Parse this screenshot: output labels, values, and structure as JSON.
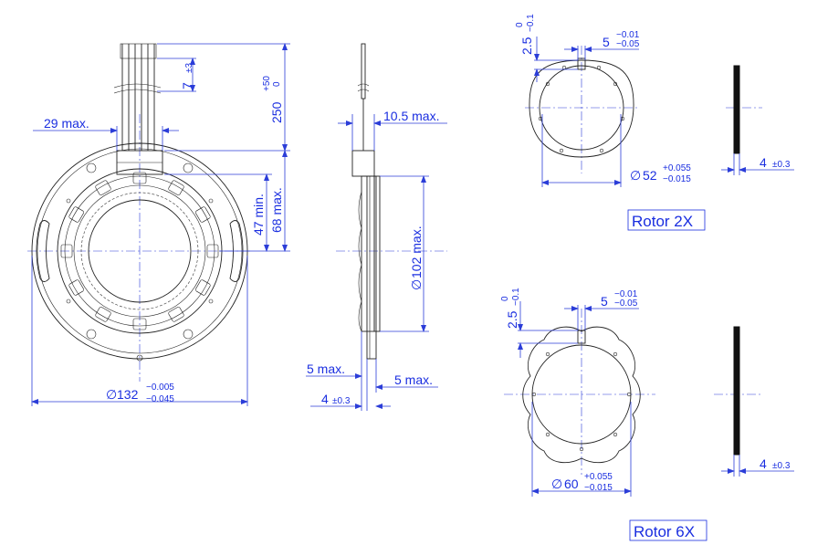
{
  "colors": {
    "dimension": "#1a2ee0",
    "outline": "#222222"
  },
  "dims": {
    "wire_offset": "7",
    "wire_offset_tol": "±3",
    "cable_length": "250",
    "cable_tol_upper": "+50",
    "cable_tol_lower": "0",
    "width_29": "29 max.",
    "h_47": "47 min.",
    "h_68": "68 max.",
    "outer_dia": "132",
    "outer_tol_upper": "−0.005",
    "outer_tol_lower": "−0.045",
    "side_10_5": "10.5 max.",
    "side_dia_102": "102 max.",
    "side_5_left": "5 max.",
    "side_5_right": "5 max.",
    "side_4": "4",
    "side_4_tol": "±0.3",
    "dia_symbol": "∅"
  },
  "rotor2x": {
    "label": "Rotor 2X",
    "key_depth": "2.5",
    "key_depth_tol_upper": "0",
    "key_depth_tol_lower": "−0.1",
    "key_width": "5",
    "key_width_tol_upper": "−0.01",
    "key_width_tol_lower": "−0.05",
    "bore": "52",
    "bore_tol_upper": "+0.055",
    "bore_tol_lower": "−0.015",
    "thickness": "4",
    "thickness_tol": "±0.3"
  },
  "rotor6x": {
    "label": "Rotor 6X",
    "key_depth": "2.5",
    "key_depth_tol_upper": "0",
    "key_depth_tol_lower": "−0.1",
    "key_width": "5",
    "key_width_tol_upper": "−0.01",
    "key_width_tol_lower": "−0.05",
    "bore": "60",
    "bore_tol_upper": "+0.055",
    "bore_tol_lower": "−0.015",
    "thickness": "4",
    "thickness_tol": "±0.3"
  }
}
